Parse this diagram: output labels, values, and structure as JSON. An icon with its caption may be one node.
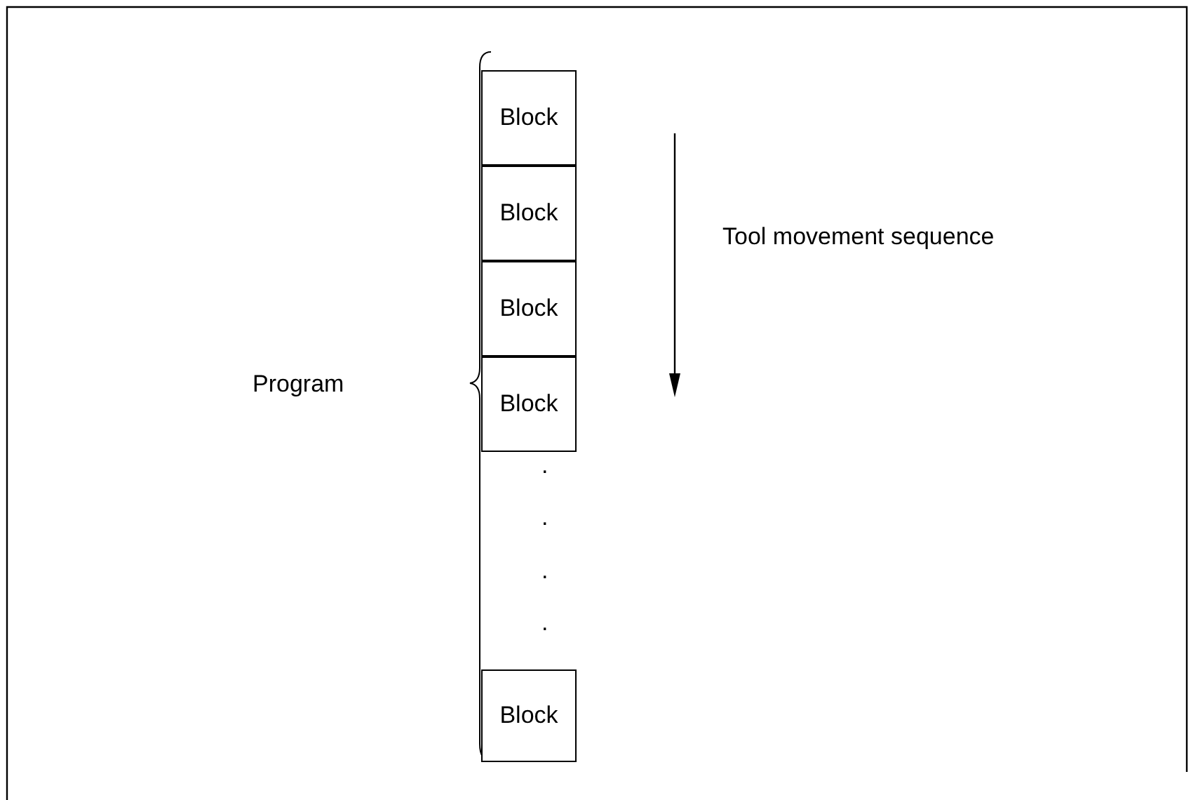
{
  "diagram": {
    "nodes": [
      {
        "text": [
          "Block"
        ]
      },
      {
        "text": [
          "Block"
        ]
      },
      {
        "text": [
          "Block"
        ]
      },
      {
        "text": [
          "Block"
        ]
      },
      {
        "text": [
          "Block"
        ]
      }
    ],
    "labels": [
      "Tool movement sequence",
      "Program",
      ".",
      ".",
      ".",
      "."
    ]
  }
}
